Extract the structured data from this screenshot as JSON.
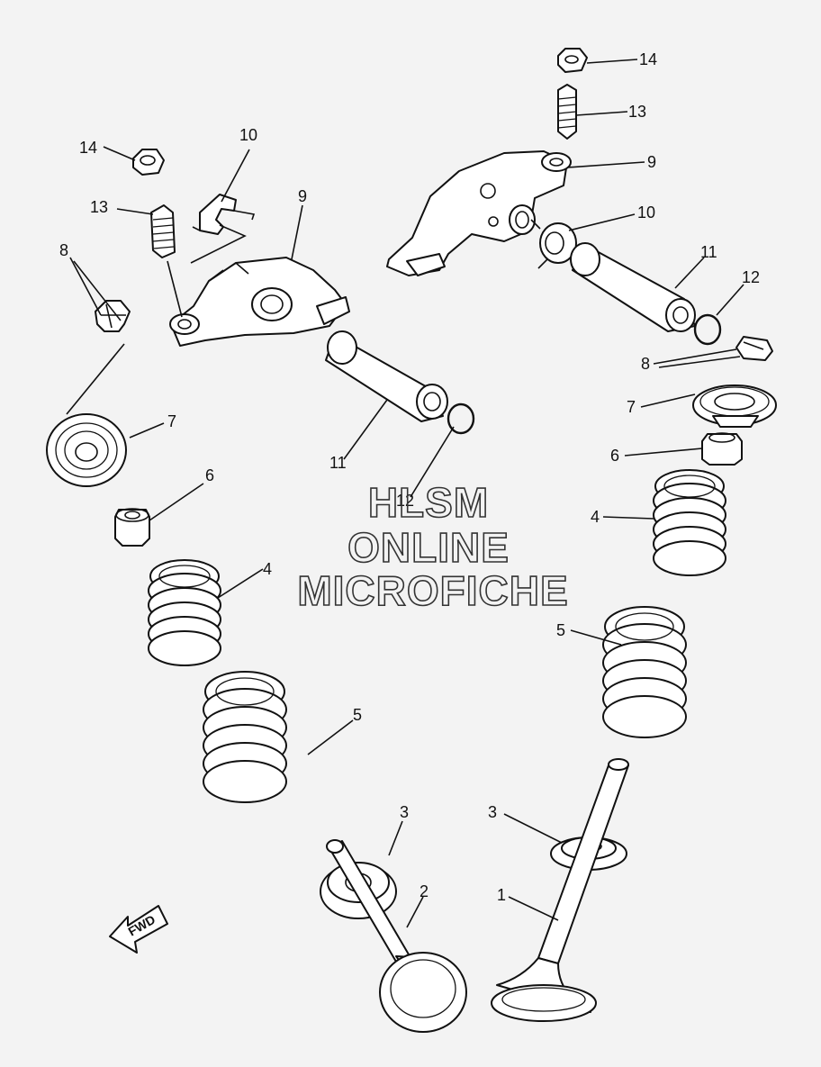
{
  "callouts": {
    "c1": "1",
    "c2": "2",
    "c3a": "3",
    "c3b": "3",
    "c4a": "4",
    "c4b": "4",
    "c5a": "5",
    "c5b": "5",
    "c6a": "6",
    "c6b": "6",
    "c7a": "7",
    "c7b": "7",
    "c8a": "8",
    "c8b": "8",
    "c9a": "9",
    "c9b": "9",
    "c10a": "10",
    "c10b": "10",
    "c11a": "11",
    "c11b": "11",
    "c12a": "12",
    "c12b": "12",
    "c13a": "13",
    "c13b": "13",
    "c14a": "14",
    "c14b": "14"
  },
  "watermark": {
    "line1": "HLSM",
    "line2": "ONLINE",
    "line3": "MICROFICHE"
  },
  "direction_marker": {
    "label": "FWD"
  }
}
